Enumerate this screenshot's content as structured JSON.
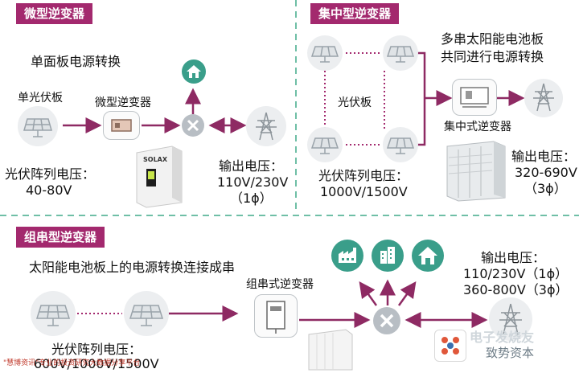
{
  "sections": {
    "micro": {
      "tag": "微型逆变器",
      "subtitle": "单面板电源转换",
      "panel_label": "单光伏板",
      "inverter_label": "微型逆变器",
      "array_voltage_label": "光伏阵列电压：",
      "array_voltage": "40-80V",
      "output_label": "输出电压：",
      "output_voltage": "110V/230V",
      "phase": "（1ϕ）",
      "brand": "SOLAX"
    },
    "central": {
      "tag": "集中型逆变器",
      "title_line1": "多串太阳能电池板",
      "title_line2": "共同进行电源转换",
      "panel_label": "光伏板",
      "inverter_label": "集中式逆变器",
      "array_voltage_label": "光伏阵列电压：",
      "array_voltage": "1000V/1500V",
      "output_label": "输出电压：",
      "output_voltage": "320-690V",
      "phase": "（3ϕ）"
    },
    "string": {
      "tag": "组串型逆变器",
      "subtitle": "太阳能电池板上的电源转换连接成串",
      "inverter_label": "组串式逆变器",
      "array_voltage_label": "光伏阵列电压：",
      "array_voltage": "600V/1000V/1500V",
      "output_label": "输出电压：",
      "output_line1": "110/230V（1ϕ）",
      "output_line2": "360-800V（3ϕ）"
    }
  },
  "watermark": {
    "left_text": "\"慧博资讯\"专业的投资研究大数据分享平台",
    "right_text": "电子发烧友",
    "right_text2": "致势资本"
  },
  "colors": {
    "accent": "#a3296e",
    "divider": "#6fbfa6",
    "icon_green": "#3a9e8a",
    "arrow": "#8e2a63"
  }
}
